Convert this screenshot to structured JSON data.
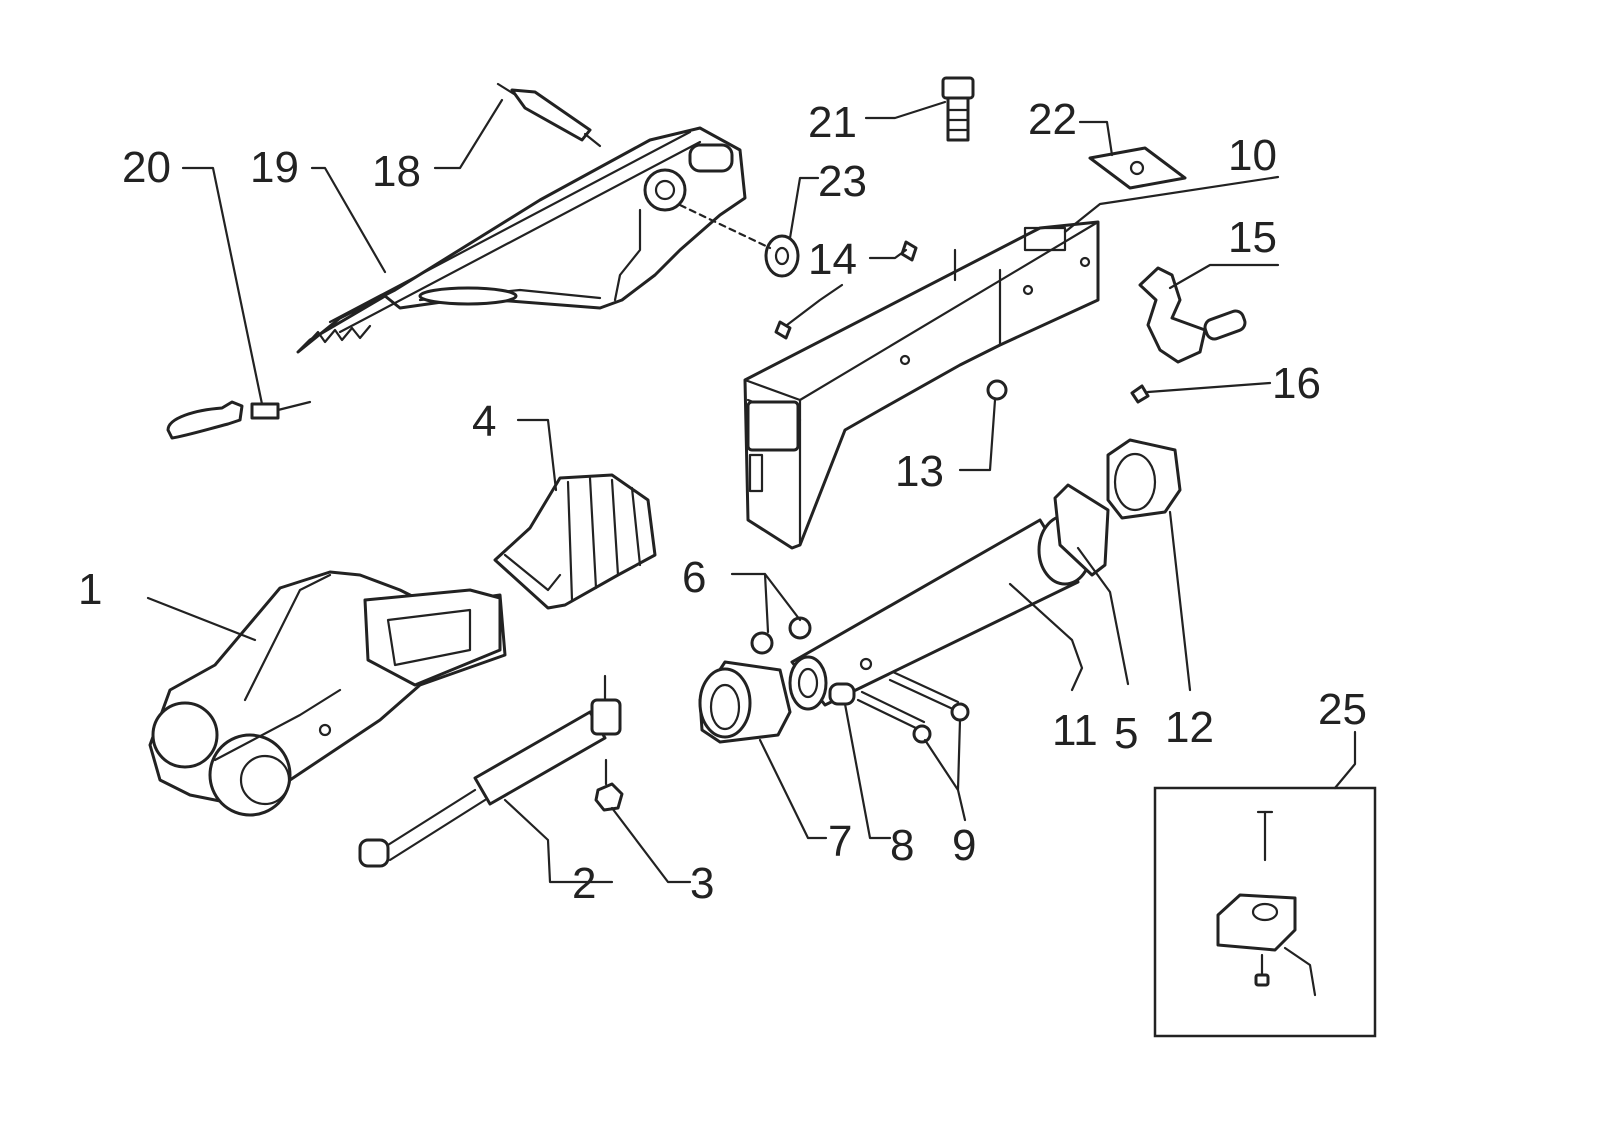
{
  "diagram": {
    "type": "exploded-parts-view",
    "colors": {
      "line": "#222222",
      "background": "#ffffff"
    },
    "callouts": [
      {
        "id": "c1",
        "text": "1"
      },
      {
        "id": "c2",
        "text": "2"
      },
      {
        "id": "c3",
        "text": "3"
      },
      {
        "id": "c4",
        "text": "4"
      },
      {
        "id": "c5",
        "text": "5"
      },
      {
        "id": "c6",
        "text": "6"
      },
      {
        "id": "c7",
        "text": "7"
      },
      {
        "id": "c8",
        "text": "8"
      },
      {
        "id": "c9",
        "text": "9"
      },
      {
        "id": "c10",
        "text": "10"
      },
      {
        "id": "c11",
        "text": "11"
      },
      {
        "id": "c12",
        "text": "12"
      },
      {
        "id": "c13",
        "text": "13"
      },
      {
        "id": "c14",
        "text": "14"
      },
      {
        "id": "c15",
        "text": "15"
      },
      {
        "id": "c16",
        "text": "16"
      },
      {
        "id": "c18",
        "text": "18"
      },
      {
        "id": "c19",
        "text": "19"
      },
      {
        "id": "c20",
        "text": "20"
      },
      {
        "id": "c21",
        "text": "21"
      },
      {
        "id": "c22",
        "text": "22"
      },
      {
        "id": "c23",
        "text": "23"
      },
      {
        "id": "c25",
        "text": "25"
      }
    ]
  }
}
